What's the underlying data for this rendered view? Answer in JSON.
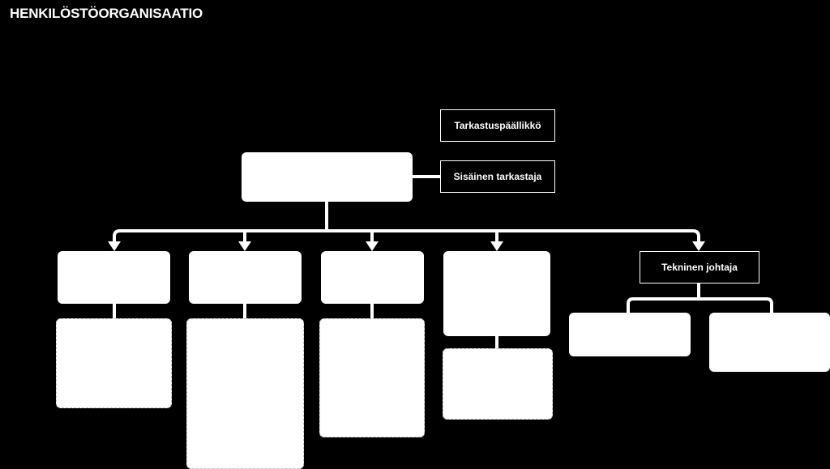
{
  "title": "HENKILÖSTÖORGANISAATIO",
  "labels": {
    "chief_inspector": "Tarkastuspäällikkö",
    "internal_auditor": "Sisäinen tarkastaja",
    "technical_director": "Tekninen johtaja"
  },
  "colors": {
    "background": "#000000",
    "box": "#ffffff",
    "line": "#ffffff",
    "text": "#ffffff"
  }
}
